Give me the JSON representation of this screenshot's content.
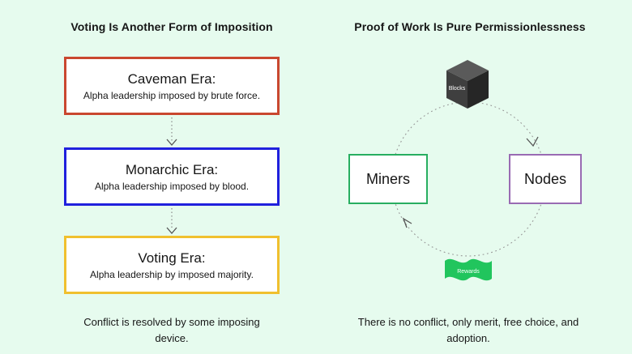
{
  "page": {
    "background_color": "#e6fbee"
  },
  "left_panel": {
    "title": "Voting Is Another Form of Imposition",
    "boxes": [
      {
        "title": "Caveman Era:",
        "subtitle": "Alpha leadership imposed  by brute force.",
        "border_color": "#c9472f"
      },
      {
        "title": "Monarchic Era:",
        "subtitle": "Alpha leadership imposed by blood.",
        "border_color": "#2020dd"
      },
      {
        "title": "Voting Era:",
        "subtitle": "Alpha leadership by imposed majority.",
        "border_color": "#f0c02e"
      }
    ],
    "caption": "Conflict is resolved by some imposing device."
  },
  "right_panel": {
    "title": "Proof of Work Is Pure Permissionlessness",
    "cube_label": "Blocks",
    "miners_label": "Miners",
    "nodes_label": "Nodes",
    "rewards_label": "Rewards",
    "miners_border_color": "#27ae60",
    "nodes_border_color": "#996bb3",
    "rewards_flag_color": "#21c55d",
    "caption": "There is no conflict, only merit, free choice, and adoption."
  }
}
